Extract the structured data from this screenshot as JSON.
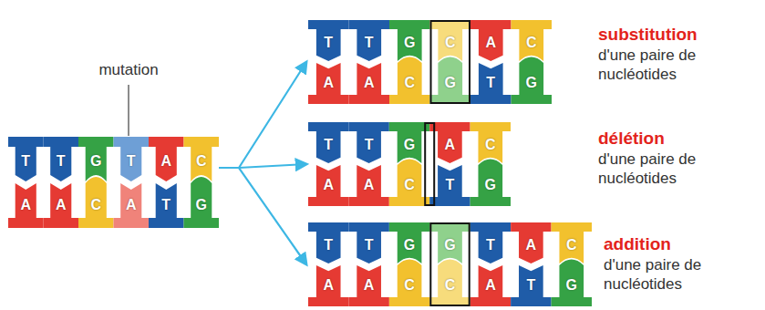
{
  "diagram": {
    "nodes": [
      {
        "text": [
          "T",
          "T",
          "G",
          "T",
          "A",
          "C",
          "A",
          "A",
          "C",
          "A",
          "T",
          "G"
        ]
      },
      {
        "text": [
          "T",
          "T",
          "G",
          "C",
          "A",
          "C",
          "A",
          "A",
          "C",
          "G",
          "T",
          "G"
        ]
      },
      {
        "text": [
          "T",
          "T",
          "G",
          "A",
          "C",
          "A",
          "A",
          "C",
          "T",
          "G"
        ]
      },
      {
        "text": [
          "T",
          "T",
          "G",
          "G",
          "T",
          "A",
          "C",
          "A",
          "A",
          "C",
          "C",
          "A",
          "T",
          "G"
        ]
      }
    ],
    "edges": [
      {
        "from": 0,
        "to": 1,
        "arrow": "to"
      },
      {
        "from": 0,
        "to": 2,
        "arrow": "to"
      },
      {
        "from": 0,
        "to": 3,
        "arrow": "to"
      }
    ],
    "labels": [
      "mutation",
      "substitution",
      "d'une paire de nucléotides",
      "délétion",
      "d'une paire de nucléotides",
      "addition",
      "d'une paire de nucléotides"
    ]
  }
}
